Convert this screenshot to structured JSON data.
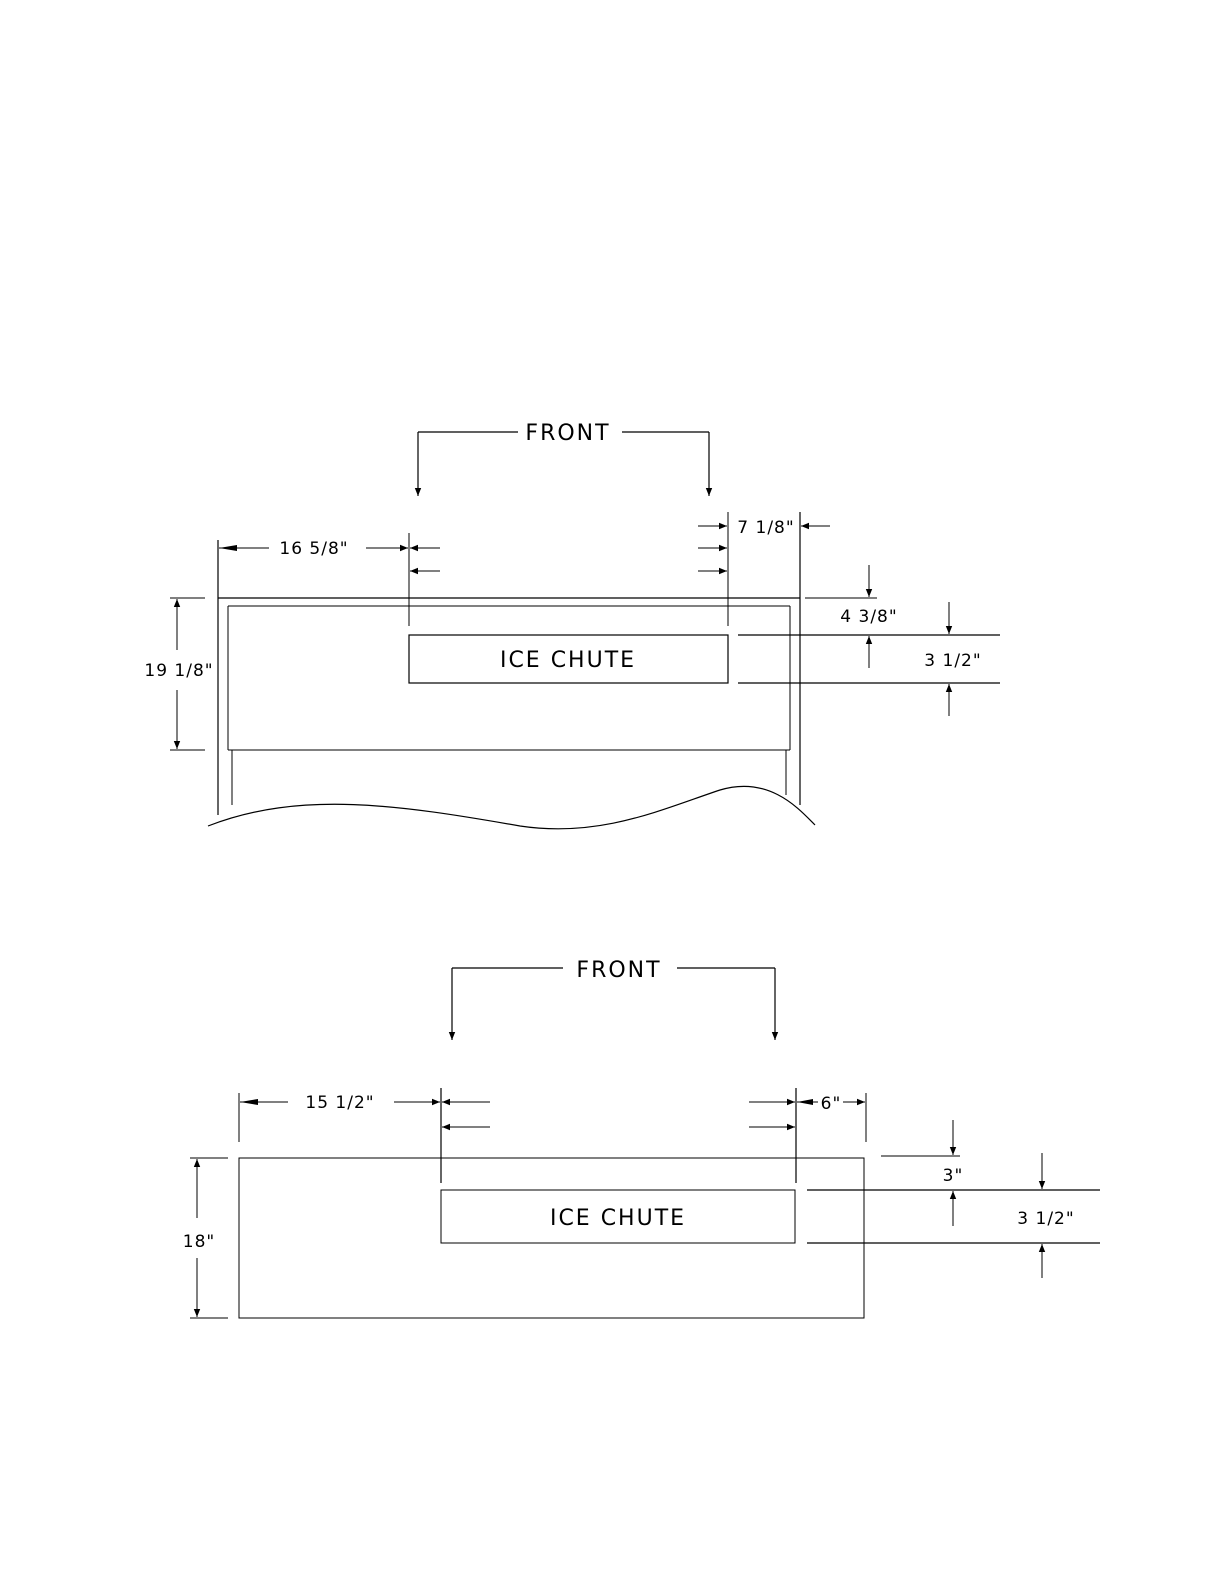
{
  "diagrams": [
    {
      "front_label": "FRONT",
      "chute_label": "ICE CHUTE",
      "dims": {
        "left_offset": "16 5/8\"",
        "right_offset": "7 1/8\"",
        "depth": "19 1/8\"",
        "front_offset": "4 3/8\"",
        "chute_depth": "3 1/2\""
      }
    },
    {
      "front_label": "FRONT",
      "chute_label": "ICE CHUTE",
      "dims": {
        "left_offset": "15 1/2\"",
        "right_offset": "6\"",
        "depth": "18\"",
        "front_offset": "3\"",
        "chute_depth": "3 1/2\""
      }
    }
  ]
}
